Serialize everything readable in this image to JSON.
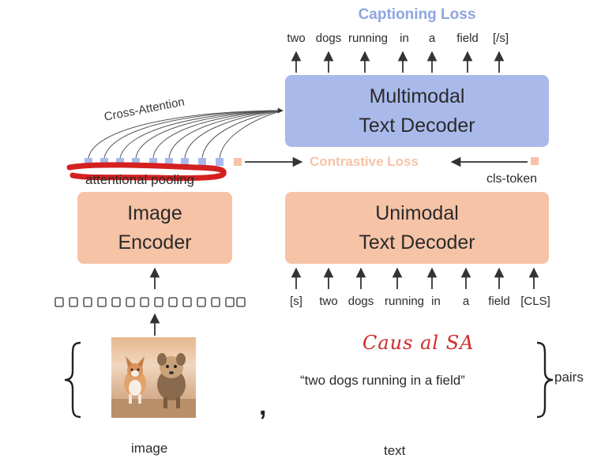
{
  "captioning_loss": "Captioning Loss",
  "decoder_top_tokens": [
    "two",
    "dogs",
    "running",
    "in",
    "a",
    "field",
    "[/s]"
  ],
  "multimodal_decoder": {
    "line1": "Multimodal",
    "line2": "Text Decoder"
  },
  "cross_attention": "Cross-Attention",
  "contrastive_loss": "Contrastive Loss",
  "attentional_pooling": "attentional pooling",
  "cls_token": "cls-token",
  "image_encoder": {
    "line1": "Image",
    "line2": "Encoder"
  },
  "unimodal_decoder": {
    "line1": "Unimodal",
    "line2": "Text Decoder"
  },
  "decoder_bottom_tokens": [
    "[s]",
    "two",
    "dogs",
    "running",
    "in",
    "a",
    "field",
    "[CLS]"
  ],
  "handwritten_note": "Caus al SA",
  "caption_text": "“two dogs running in a field”",
  "pairs_label": "pairs",
  "image_label": "image",
  "text_label": "text",
  "comma": ",",
  "image_photo": {
    "icon": "two-dogs-photo"
  },
  "colors": {
    "blue_box": "#a9baea",
    "orange_box": "#f6c3a6",
    "captioning_title": "#8ea5e0",
    "contrastive_title": "#f6c3a6",
    "pooling_token": "#a9baea",
    "cls_token": "#f6c3a6",
    "handwriting": "#cf2a2a"
  }
}
